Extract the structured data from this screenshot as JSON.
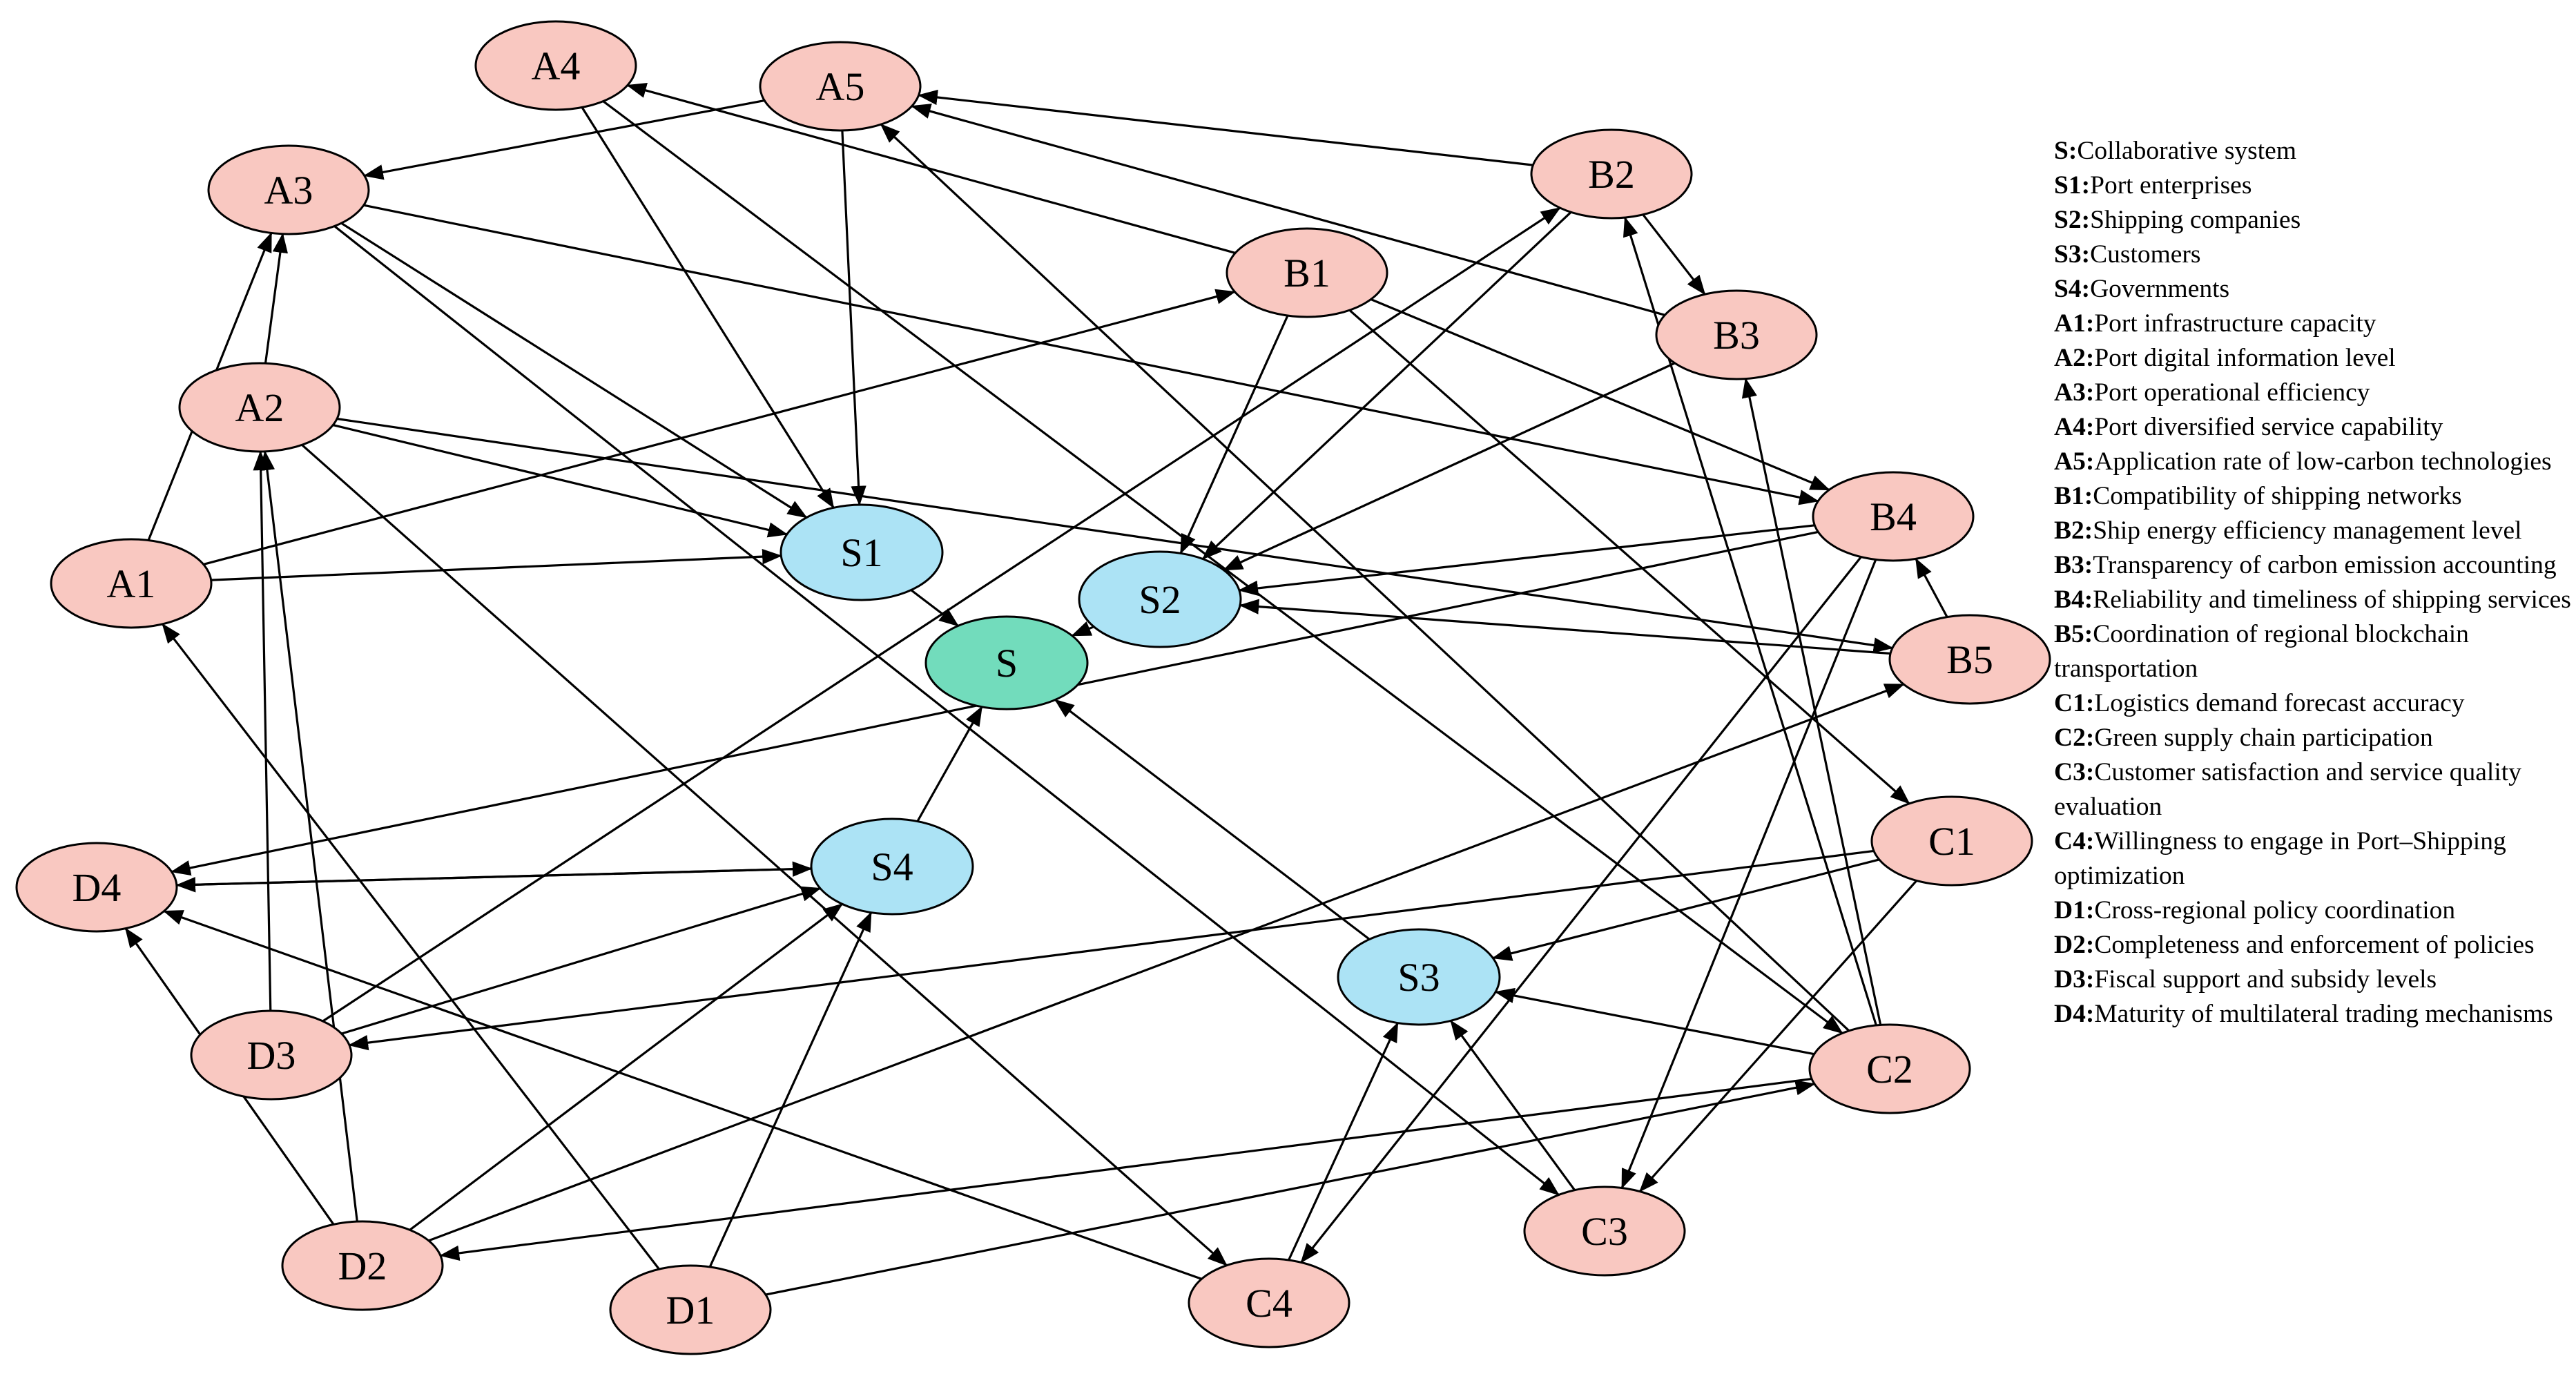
{
  "colors": {
    "factor_fill": "#f9c8c1",
    "subsystem_fill": "#ace3f5",
    "system_fill": "#72dcbc",
    "stroke": "#000000"
  },
  "nodes": [
    {
      "id": "A1",
      "label": "A1",
      "kind": "factor"
    },
    {
      "id": "A2",
      "label": "A2",
      "kind": "factor"
    },
    {
      "id": "A3",
      "label": "A3",
      "kind": "factor"
    },
    {
      "id": "A4",
      "label": "A4",
      "kind": "factor"
    },
    {
      "id": "A5",
      "label": "A5",
      "kind": "factor"
    },
    {
      "id": "B1",
      "label": "B1",
      "kind": "factor"
    },
    {
      "id": "B2",
      "label": "B2",
      "kind": "factor"
    },
    {
      "id": "B3",
      "label": "B3",
      "kind": "factor"
    },
    {
      "id": "B4",
      "label": "B4",
      "kind": "factor"
    },
    {
      "id": "B5",
      "label": "B5",
      "kind": "factor"
    },
    {
      "id": "C1",
      "label": "C1",
      "kind": "factor"
    },
    {
      "id": "C2",
      "label": "C2",
      "kind": "factor"
    },
    {
      "id": "C3",
      "label": "C3",
      "kind": "factor"
    },
    {
      "id": "C4",
      "label": "C4",
      "kind": "factor"
    },
    {
      "id": "D1",
      "label": "D1",
      "kind": "factor"
    },
    {
      "id": "D2",
      "label": "D2",
      "kind": "factor"
    },
    {
      "id": "D3",
      "label": "D3",
      "kind": "factor"
    },
    {
      "id": "D4",
      "label": "D4",
      "kind": "factor"
    },
    {
      "id": "S1",
      "label": "S1",
      "kind": "subsystem"
    },
    {
      "id": "S2",
      "label": "S2",
      "kind": "subsystem"
    },
    {
      "id": "S3",
      "label": "S3",
      "kind": "subsystem"
    },
    {
      "id": "S4",
      "label": "S4",
      "kind": "subsystem"
    },
    {
      "id": "S",
      "label": "S",
      "kind": "system"
    }
  ],
  "edges": [
    {
      "from": "S1",
      "to": "S"
    },
    {
      "from": "S2",
      "to": "S"
    },
    {
      "from": "S3",
      "to": "S"
    },
    {
      "from": "S4",
      "to": "S"
    },
    {
      "from": "A1",
      "to": "A3"
    },
    {
      "from": "A2",
      "to": "A3"
    },
    {
      "from": "A1",
      "to": "B1"
    },
    {
      "from": "A1",
      "to": "S1"
    },
    {
      "from": "A2",
      "to": "S1"
    },
    {
      "from": "A3",
      "to": "S1"
    },
    {
      "from": "A4",
      "to": "S1"
    },
    {
      "from": "A5",
      "to": "S1"
    },
    {
      "from": "A5",
      "to": "A3"
    },
    {
      "from": "B1",
      "to": "A4"
    },
    {
      "from": "B2",
      "to": "A5"
    },
    {
      "from": "B3",
      "to": "A5"
    },
    {
      "from": "B2",
      "to": "B3"
    },
    {
      "from": "B5",
      "to": "B4"
    },
    {
      "from": "B1",
      "to": "S2"
    },
    {
      "from": "B2",
      "to": "S2"
    },
    {
      "from": "B3",
      "to": "S2"
    },
    {
      "from": "B4",
      "to": "S2"
    },
    {
      "from": "B5",
      "to": "S2"
    },
    {
      "from": "B1",
      "to": "B4"
    },
    {
      "from": "A3",
      "to": "B4"
    },
    {
      "from": "A2",
      "to": "B5"
    },
    {
      "from": "B1",
      "to": "C1"
    },
    {
      "from": "A4",
      "to": "C2"
    },
    {
      "from": "C2",
      "to": "A5"
    },
    {
      "from": "C2",
      "to": "B3"
    },
    {
      "from": "C2",
      "to": "B2"
    },
    {
      "from": "A3",
      "to": "C3"
    },
    {
      "from": "A2",
      "to": "C4"
    },
    {
      "from": "B4",
      "to": "C3"
    },
    {
      "from": "B4",
      "to": "C4"
    },
    {
      "from": "B4",
      "to": "D4"
    },
    {
      "from": "C1",
      "to": "S3"
    },
    {
      "from": "C2",
      "to": "S3"
    },
    {
      "from": "C3",
      "to": "S3"
    },
    {
      "from": "C4",
      "to": "S3"
    },
    {
      "from": "C1",
      "to": "C3"
    },
    {
      "from": "C1",
      "to": "D3"
    },
    {
      "from": "C4",
      "to": "D4"
    },
    {
      "from": "D1",
      "to": "A1"
    },
    {
      "from": "D1",
      "to": "C2"
    },
    {
      "from": "D2",
      "to": "A2"
    },
    {
      "from": "D3",
      "to": "A2"
    },
    {
      "from": "D2",
      "to": "B5"
    },
    {
      "from": "C2",
      "to": "D2"
    },
    {
      "from": "D3",
      "to": "B2"
    },
    {
      "from": "D2",
      "to": "D4"
    },
    {
      "from": "D1",
      "to": "S4"
    },
    {
      "from": "D2",
      "to": "S4"
    },
    {
      "from": "D3",
      "to": "S4"
    },
    {
      "from": "D4",
      "to": "S4"
    },
    {
      "from": "S4",
      "to": "D4"
    }
  ],
  "legend": [
    {
      "key": "S:",
      "text": "Collaborative system"
    },
    {
      "key": "S1:",
      "text": "Port enterprises"
    },
    {
      "key": "S2:",
      "text": "Shipping companies"
    },
    {
      "key": "S3:",
      "text": "Customers"
    },
    {
      "key": "S4:",
      "text": "Governments"
    },
    {
      "key": "A1:",
      "text": "Port infrastructure capacity"
    },
    {
      "key": "A2:",
      "text": "Port digital information level"
    },
    {
      "key": "A3:",
      "text": "Port operational efficiency"
    },
    {
      "key": "A4:",
      "text": "Port diversified service capability"
    },
    {
      "key": "A5:",
      "text": "Application rate of low-carbon technologies"
    },
    {
      "key": "B1:",
      "text": "Compatibility of shipping networks"
    },
    {
      "key": "B2:",
      "text": "Ship energy efficiency management level"
    },
    {
      "key": "B3:",
      "text": "Transparency of carbon emission accounting"
    },
    {
      "key": "B4:",
      "text": "Reliability and timeliness of shipping services"
    },
    {
      "key": "B5:",
      "text": "Coordination of regional blockchain transportation"
    },
    {
      "key": "C1:",
      "text": "Logistics demand forecast accuracy"
    },
    {
      "key": "C2:",
      "text": "Green supply chain participation"
    },
    {
      "key": "C3:",
      "text": "Customer satisfaction and service quality evaluation"
    },
    {
      "key": "C4:",
      "text": "Willingness to engage in Port–Shipping optimization"
    },
    {
      "key": "D1:",
      "text": "Cross-regional policy coordination"
    },
    {
      "key": "D2:",
      "text": "Completeness and enforcement of policies"
    },
    {
      "key": "D3:",
      "text": "Fiscal support and subsidy levels"
    },
    {
      "key": "D4:",
      "text": "Maturity of multilateral trading mechanisms"
    }
  ]
}
